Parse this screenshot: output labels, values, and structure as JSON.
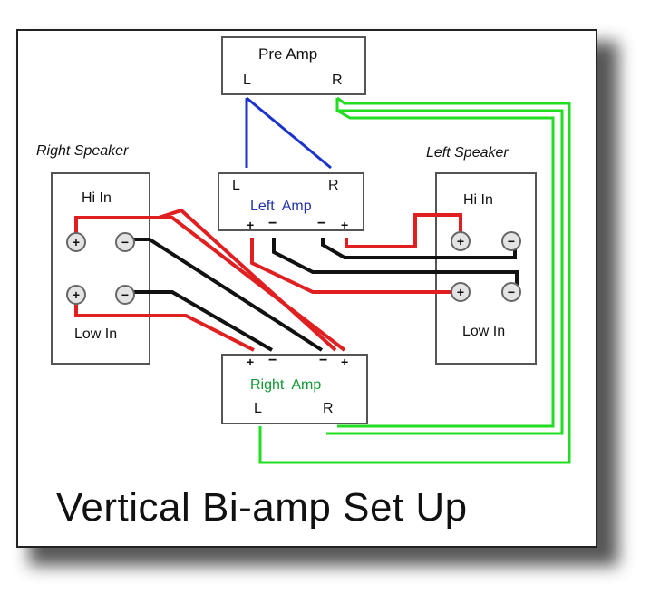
{
  "diagram": {
    "title": "Vertical Bi-amp Set Up",
    "pre_amp": {
      "label": "Pre Amp",
      "left_channel": "L",
      "right_channel": "R"
    },
    "left_amp": {
      "label": "Left  Amp",
      "left_channel": "L",
      "right_channel": "R",
      "plus": "+",
      "minus": "−"
    },
    "right_amp": {
      "label": "Right  Amp",
      "left_channel": "L",
      "right_channel": "R",
      "plus": "+",
      "minus": "−"
    },
    "right_speaker": {
      "heading": "Right Speaker",
      "hi_label": "Hi In",
      "low_label": "Low In",
      "plus": "+",
      "minus": "−"
    },
    "left_speaker": {
      "heading": "Left Speaker",
      "hi_label": "Hi In",
      "low_label": "Low In",
      "plus": "+",
      "minus": "−"
    }
  },
  "colors": {
    "signal_green": "#22dd22",
    "jumper_blue": "#1a33cc",
    "positive_red": "#e02020",
    "negative_black": "#111111",
    "amp_label_blue": "#2233aa",
    "amp_label_green": "#119933"
  }
}
